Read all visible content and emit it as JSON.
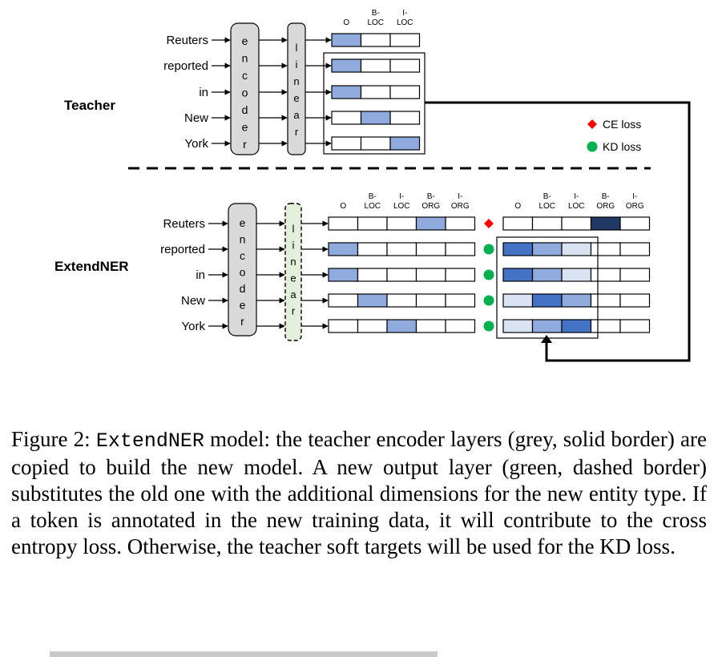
{
  "teacher": {
    "label": "Teacher",
    "tokens": [
      "Reuters",
      "reported",
      "in",
      "New",
      "York"
    ],
    "encoder_letters": [
      "e",
      "n",
      "c",
      "o",
      "d",
      "e",
      "r"
    ],
    "linear_letters": [
      "l",
      "i",
      "n",
      "e",
      "a",
      "r"
    ],
    "header_line1": [
      "",
      "B-",
      "I-"
    ],
    "header_line2": [
      "O",
      "LOC",
      "LOC"
    ],
    "active_cells": [
      0,
      0,
      0,
      1,
      2
    ]
  },
  "legend": {
    "ce": "CE loss",
    "kd": "KD loss"
  },
  "extendner": {
    "label": "ExtendNER",
    "tokens": [
      "Reuters",
      "reported",
      "in",
      "New",
      "York"
    ],
    "encoder_letters": [
      "e",
      "n",
      "c",
      "o",
      "d",
      "e",
      "r"
    ],
    "linear_letters": [
      "l",
      "i",
      "n",
      "e",
      "a",
      "r"
    ],
    "header_line1": [
      "",
      "B-",
      "I-",
      "B-",
      "I-"
    ],
    "header_line2": [
      "O",
      "LOC",
      "LOC",
      "ORG",
      "ORG"
    ],
    "active_cells": [
      3,
      0,
      0,
      1,
      2
    ],
    "loss_markers": [
      "ce",
      "kd",
      "kd",
      "kd",
      "kd"
    ],
    "target_shades": [
      [
        "white",
        "white",
        "white",
        "dark",
        "white"
      ],
      [
        "strong",
        "medium",
        "pale",
        "white",
        "white"
      ],
      [
        "strong",
        "medium",
        "pale",
        "white",
        "white"
      ],
      [
        "pale",
        "strong",
        "medium",
        "white",
        "white"
      ],
      [
        "pale",
        "medium",
        "strong",
        "white",
        "white"
      ]
    ]
  },
  "colors": {
    "active": "#8faadc",
    "dark": "#1f3864",
    "strong": "#4472c4",
    "medium": "#8faadc",
    "pale": "#dae3f3",
    "white": "#ffffff",
    "encoder_fill": "#d9d9d9",
    "linear_new_fill": "#e2efda",
    "ce_marker": "#ff0000",
    "kd_marker": "#00b050"
  },
  "caption": {
    "prefix": "Figure 2: ",
    "model": "ExtendNER",
    "body": " model: the teacher encoder layers (grey, solid border) are copied to build the new model. A new output layer (green, dashed border) substitutes the old one with the additional dimensions for the new entity type. If a token is annotated in the new training data, it will contribute to the cross entropy loss. Otherwise, the teacher soft targets will be used for the KD loss."
  }
}
